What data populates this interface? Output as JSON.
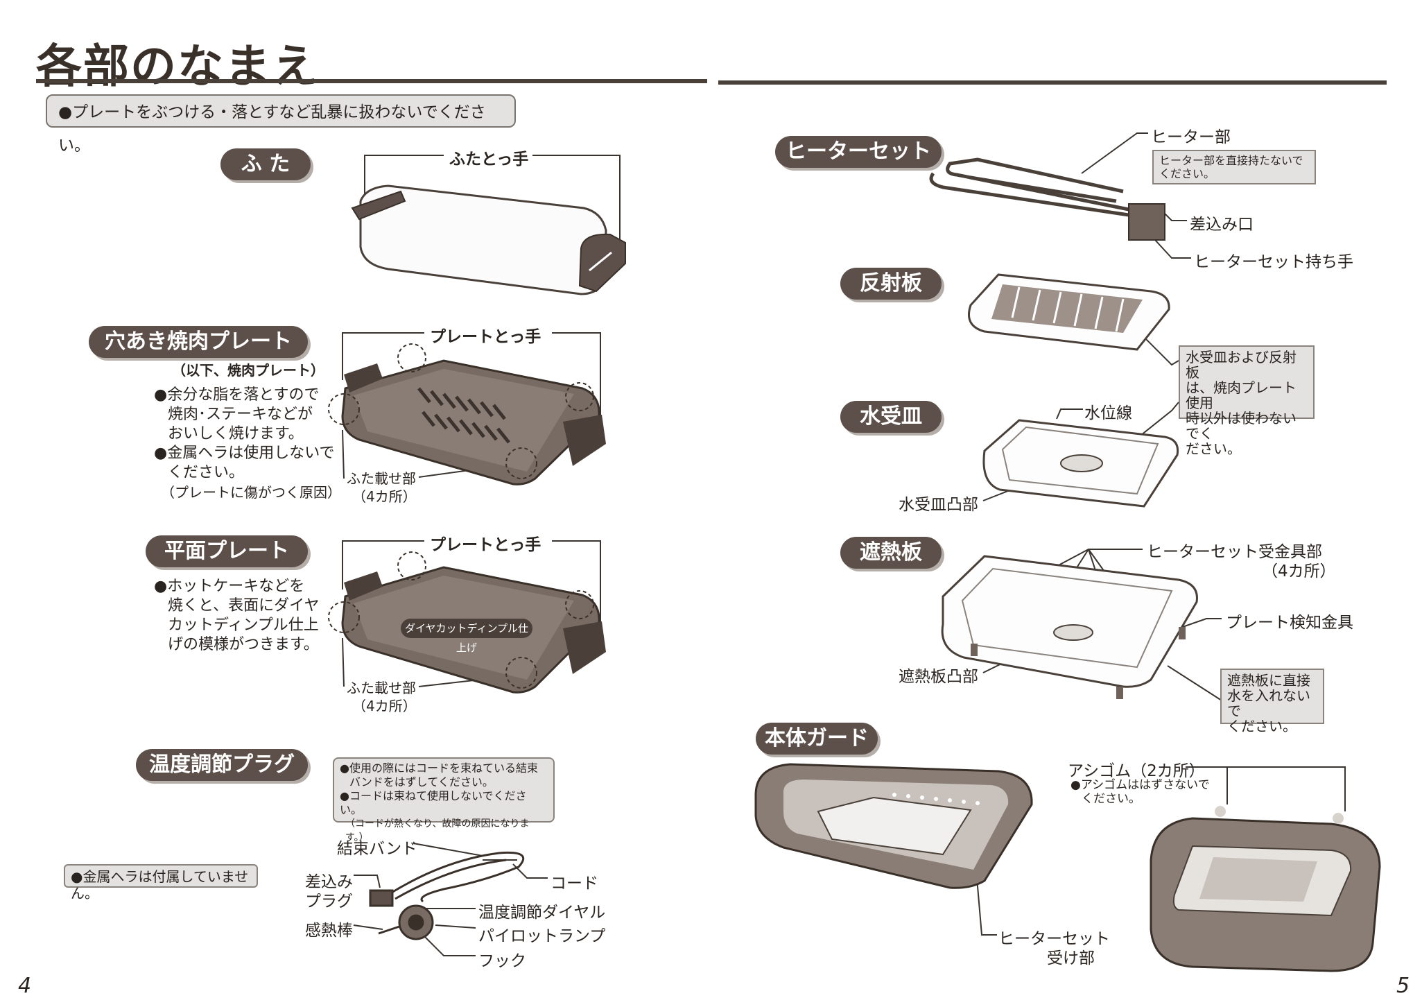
{
  "page_title": "各部のなまえ",
  "warning": "●プレートをぶつける・落とすなど乱暴に扱わないでください。",
  "lid": {
    "heading": "ふ た",
    "handle_label": "ふたとっ手"
  },
  "grill_plate": {
    "heading": "穴あき焼肉プレート",
    "subheading": "（以下、焼肉プレート）",
    "bullet1": [
      "●余分な脂を落とすので",
      "焼肉･ステーキなどが",
      "おいしく焼けます。"
    ],
    "bullet2": [
      "●金属ヘラは使用しないで",
      "ください。"
    ],
    "bullet2_note": "（プレートに傷がつく原因）",
    "handle_label": "プレートとっ手",
    "lid_rest_label": "ふた載せ部",
    "lid_rest_count": "（4カ所）"
  },
  "flat_plate": {
    "heading": "平面プレート",
    "bullet": [
      "●ホットケーキなどを",
      "焼くと、表面にダイヤ",
      "カットディンプル仕上",
      "げの模様がつきます。"
    ],
    "surface_label": "ダイヤカットディンプル仕上げ",
    "handle_label": "プレートとっ手",
    "lid_rest_label": "ふた載せ部",
    "lid_rest_count": "（4カ所）"
  },
  "plug": {
    "heading": "温度調節プラグ",
    "note": [
      "●使用の際にはコードを束ねている結束",
      "バンドをはずしてください。",
      "●コードは束ねて使用しないでください。",
      "（コードが熱くなり、故障の原因になります。）"
    ],
    "spatula_note": "●金属ヘラは付属していません。",
    "labels": {
      "band": "結束バンド",
      "plug_line1": "差込み",
      "plug_line2": "プラグ",
      "sensor": "感熱棒",
      "cord": "コード",
      "dial": "温度調節ダイヤル",
      "lamp": "パイロットランプ",
      "hook": "フック"
    }
  },
  "heater": {
    "heading": "ヒーターセット",
    "part_label": "ヒーター部",
    "part_note": [
      "ヒーター部を直接持たないで",
      "ください。"
    ],
    "inlet_label": "差込み口",
    "handle_label": "ヒーターセット持ち手"
  },
  "reflector": {
    "heading": "反射板",
    "note": [
      "水受皿および反射板",
      "は、焼肉プレート使用",
      "時以外は使わないでく",
      "ださい。"
    ]
  },
  "water_tray": {
    "heading": "水受皿",
    "level_label": "水位線",
    "boss_label": "水受皿凸部"
  },
  "heat_shield": {
    "heading": "遮熱板",
    "bracket_label": "ヒーターセット受金具部",
    "bracket_count": "（4カ所）",
    "detector_label": "プレート検知金具",
    "boss_label": "遮熱板凸部",
    "note": [
      "遮熱板に直接",
      "水を入れないで",
      "ください。"
    ]
  },
  "body_guard": {
    "heading": "本体ガード",
    "receiver_line1": "ヒーターセット",
    "receiver_line2": "受け部",
    "feet_label": "アシゴム（2カ所）",
    "feet_note": [
      "●アシゴムははずさないで",
      "ください。"
    ]
  },
  "page_left": "4",
  "page_right": "5"
}
